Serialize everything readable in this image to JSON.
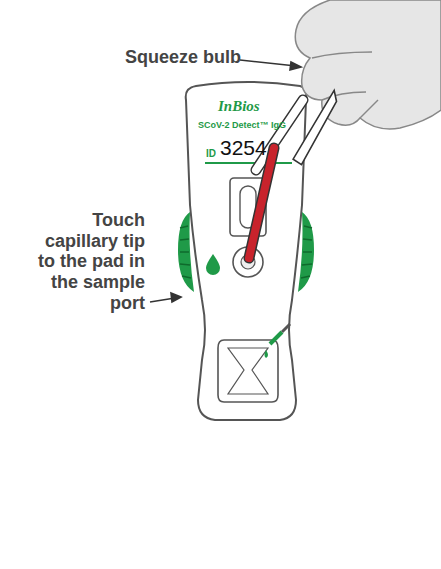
{
  "diagram": {
    "labels": [
      "Squeeze bulb",
      "Touch capillary tip to the pad in the sample port",
      "InBios",
      "SCoV-2 Detect™ IgG",
      "ID",
      "3254"
    ]
  }
}
